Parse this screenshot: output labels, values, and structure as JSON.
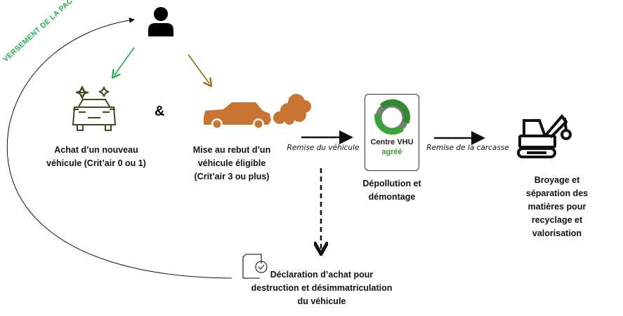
{
  "payment_label": "Versement de la PAC",
  "ampersand": "&",
  "new_car": {
    "label": "Achat d’un nouveau\nvéhicule (Crit’air 0 ou 1)"
  },
  "scrap_car": {
    "label": "Mise au rebut d’un\nvéhicule éligible\n(Crit’air 3 ou plus)"
  },
  "arrow1_label": "Remise du véhicule",
  "vhu": {
    "line1": "Centre VHU",
    "line2": "agréé",
    "label": "Dépollution et\ndémontage"
  },
  "arrow2_label": "Remise de la carcasse",
  "shredding": {
    "label": "Broyage et séparation des\nmatières  pour recyclage et\nvalorisation"
  },
  "declaration": {
    "label": "Déclaration d’achat pour\ndestruction et désimmatriculation\ndu véhicule"
  },
  "colors": {
    "green": "#21b24b",
    "brown": "#9a6a12",
    "orange": "#c87533",
    "olive": "#3c4a1c",
    "vhu_green": "#2e8b2e"
  }
}
